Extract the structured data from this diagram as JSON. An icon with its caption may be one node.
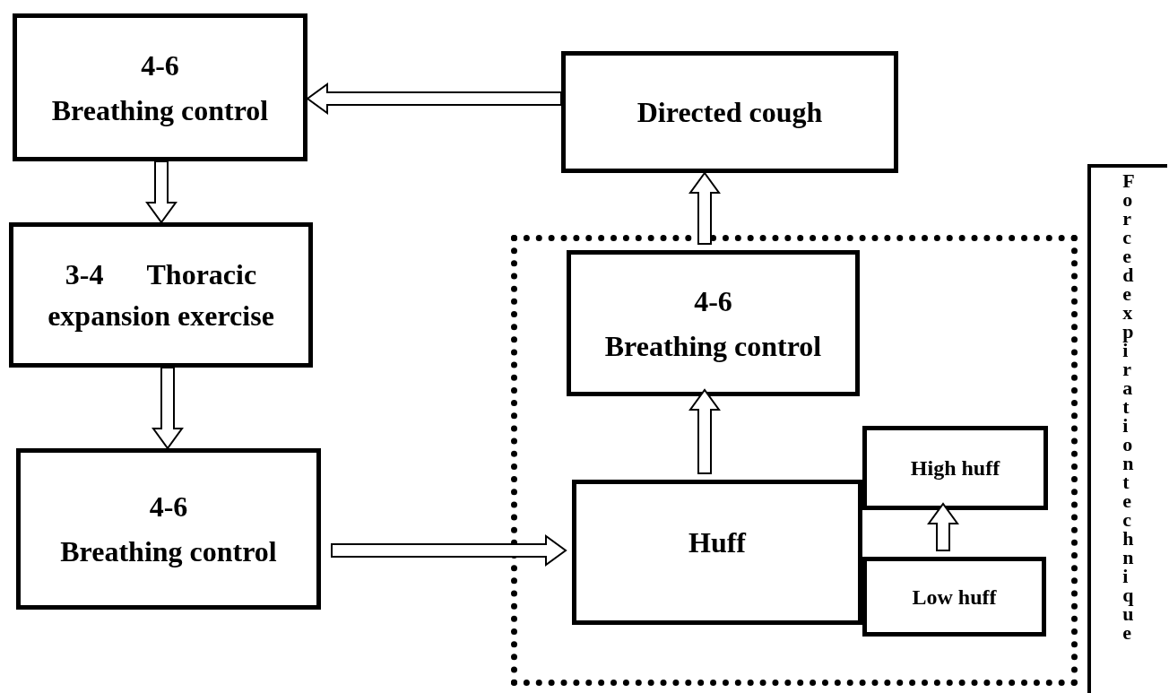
{
  "diagram": {
    "nodes": [
      {
        "text": [
          "4-6",
          "Breathing control"
        ]
      },
      {
        "text": [
          "Directed cough"
        ]
      },
      {
        "text": [
          "3-4",
          "Thoracic expansion exercise"
        ]
      },
      {
        "text": [],
        "shape": "box"
      },
      {
        "text": [
          "4-6",
          "Breathing control"
        ],
        "in": 3
      },
      {
        "text": [
          "Huff"
        ],
        "in": 3
      },
      {
        "text": [
          "High huff"
        ],
        "in": 3
      },
      {
        "text": [
          "Low huff"
        ],
        "in": 3
      },
      {
        "text": [
          "4-6",
          "Breathing control"
        ]
      },
      {
        "text": [
          "Forced expiration technique"
        ]
      }
    ],
    "edges": [
      {
        "from": 1,
        "to": 0,
        "arrow": "to"
      },
      {
        "from": 0,
        "to": 2,
        "arrow": "to"
      },
      {
        "from": 2,
        "to": 8,
        "arrow": "to"
      },
      {
        "from": 8,
        "to": 5,
        "arrow": "to"
      },
      {
        "from": 5,
        "to": 4,
        "arrow": "to"
      },
      {
        "from": 4,
        "to": 1,
        "arrow": "to"
      },
      {
        "from": 7,
        "to": 6,
        "arrow": "to"
      }
    ]
  }
}
